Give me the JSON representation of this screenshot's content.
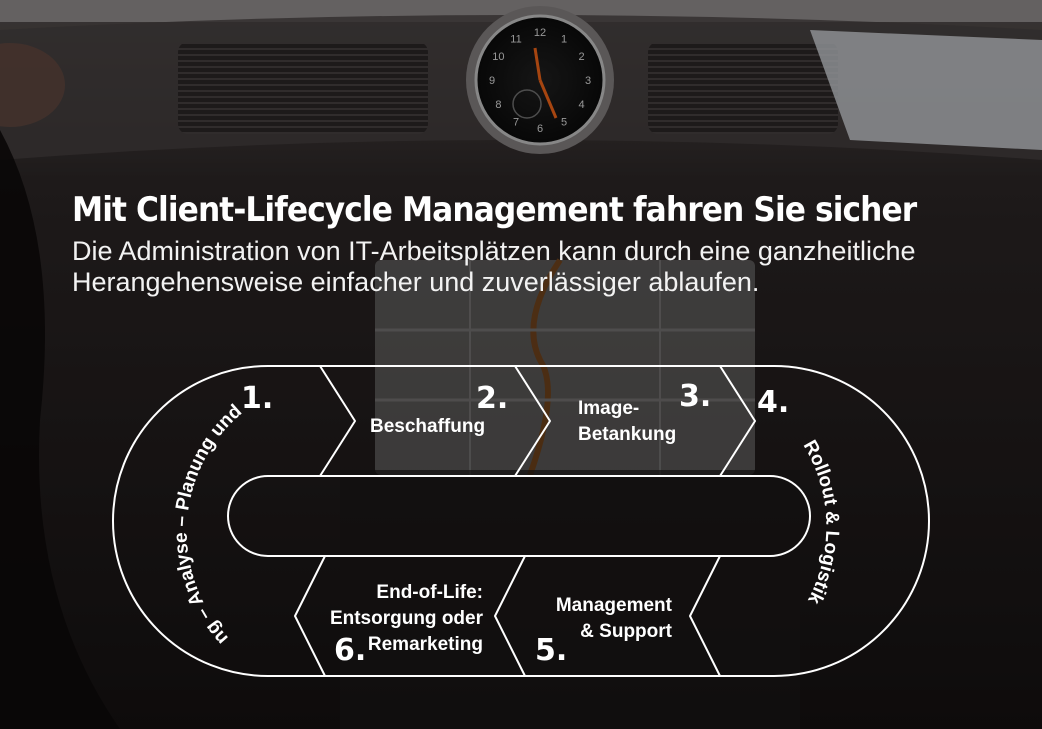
{
  "colors": {
    "accent": "#ffffff",
    "background": "#1a1414"
  },
  "headline": "Mit Client-Lifecycle Management fahren Sie sicher",
  "subline": "Die Administration von IT-Arbeitsplätzen kann durch eine ganzheitliche Herangehensweise einfacher und zuverlässiger ablaufen.",
  "clock": {
    "hours": [
      "12",
      "1",
      "2",
      "3",
      "4",
      "5",
      "6",
      "7",
      "8",
      "9",
      "10",
      "11"
    ]
  },
  "steps": [
    {
      "number": "1.",
      "label": "Beratung – Analyse – Planung und Design"
    },
    {
      "number": "2.",
      "label": "Beschaffung"
    },
    {
      "number": "3.",
      "label_line1": "Image-",
      "label_line2": "Betankung"
    },
    {
      "number": "4.",
      "label": "Rollout & Logistik"
    },
    {
      "number": "5.",
      "label_line1": "Management",
      "label_line2": "& Support"
    },
    {
      "number": "6.",
      "label_line1": "End-of-Life:",
      "label_line2": "Entsorgung oder",
      "label_line3": "Remarketing"
    }
  ]
}
